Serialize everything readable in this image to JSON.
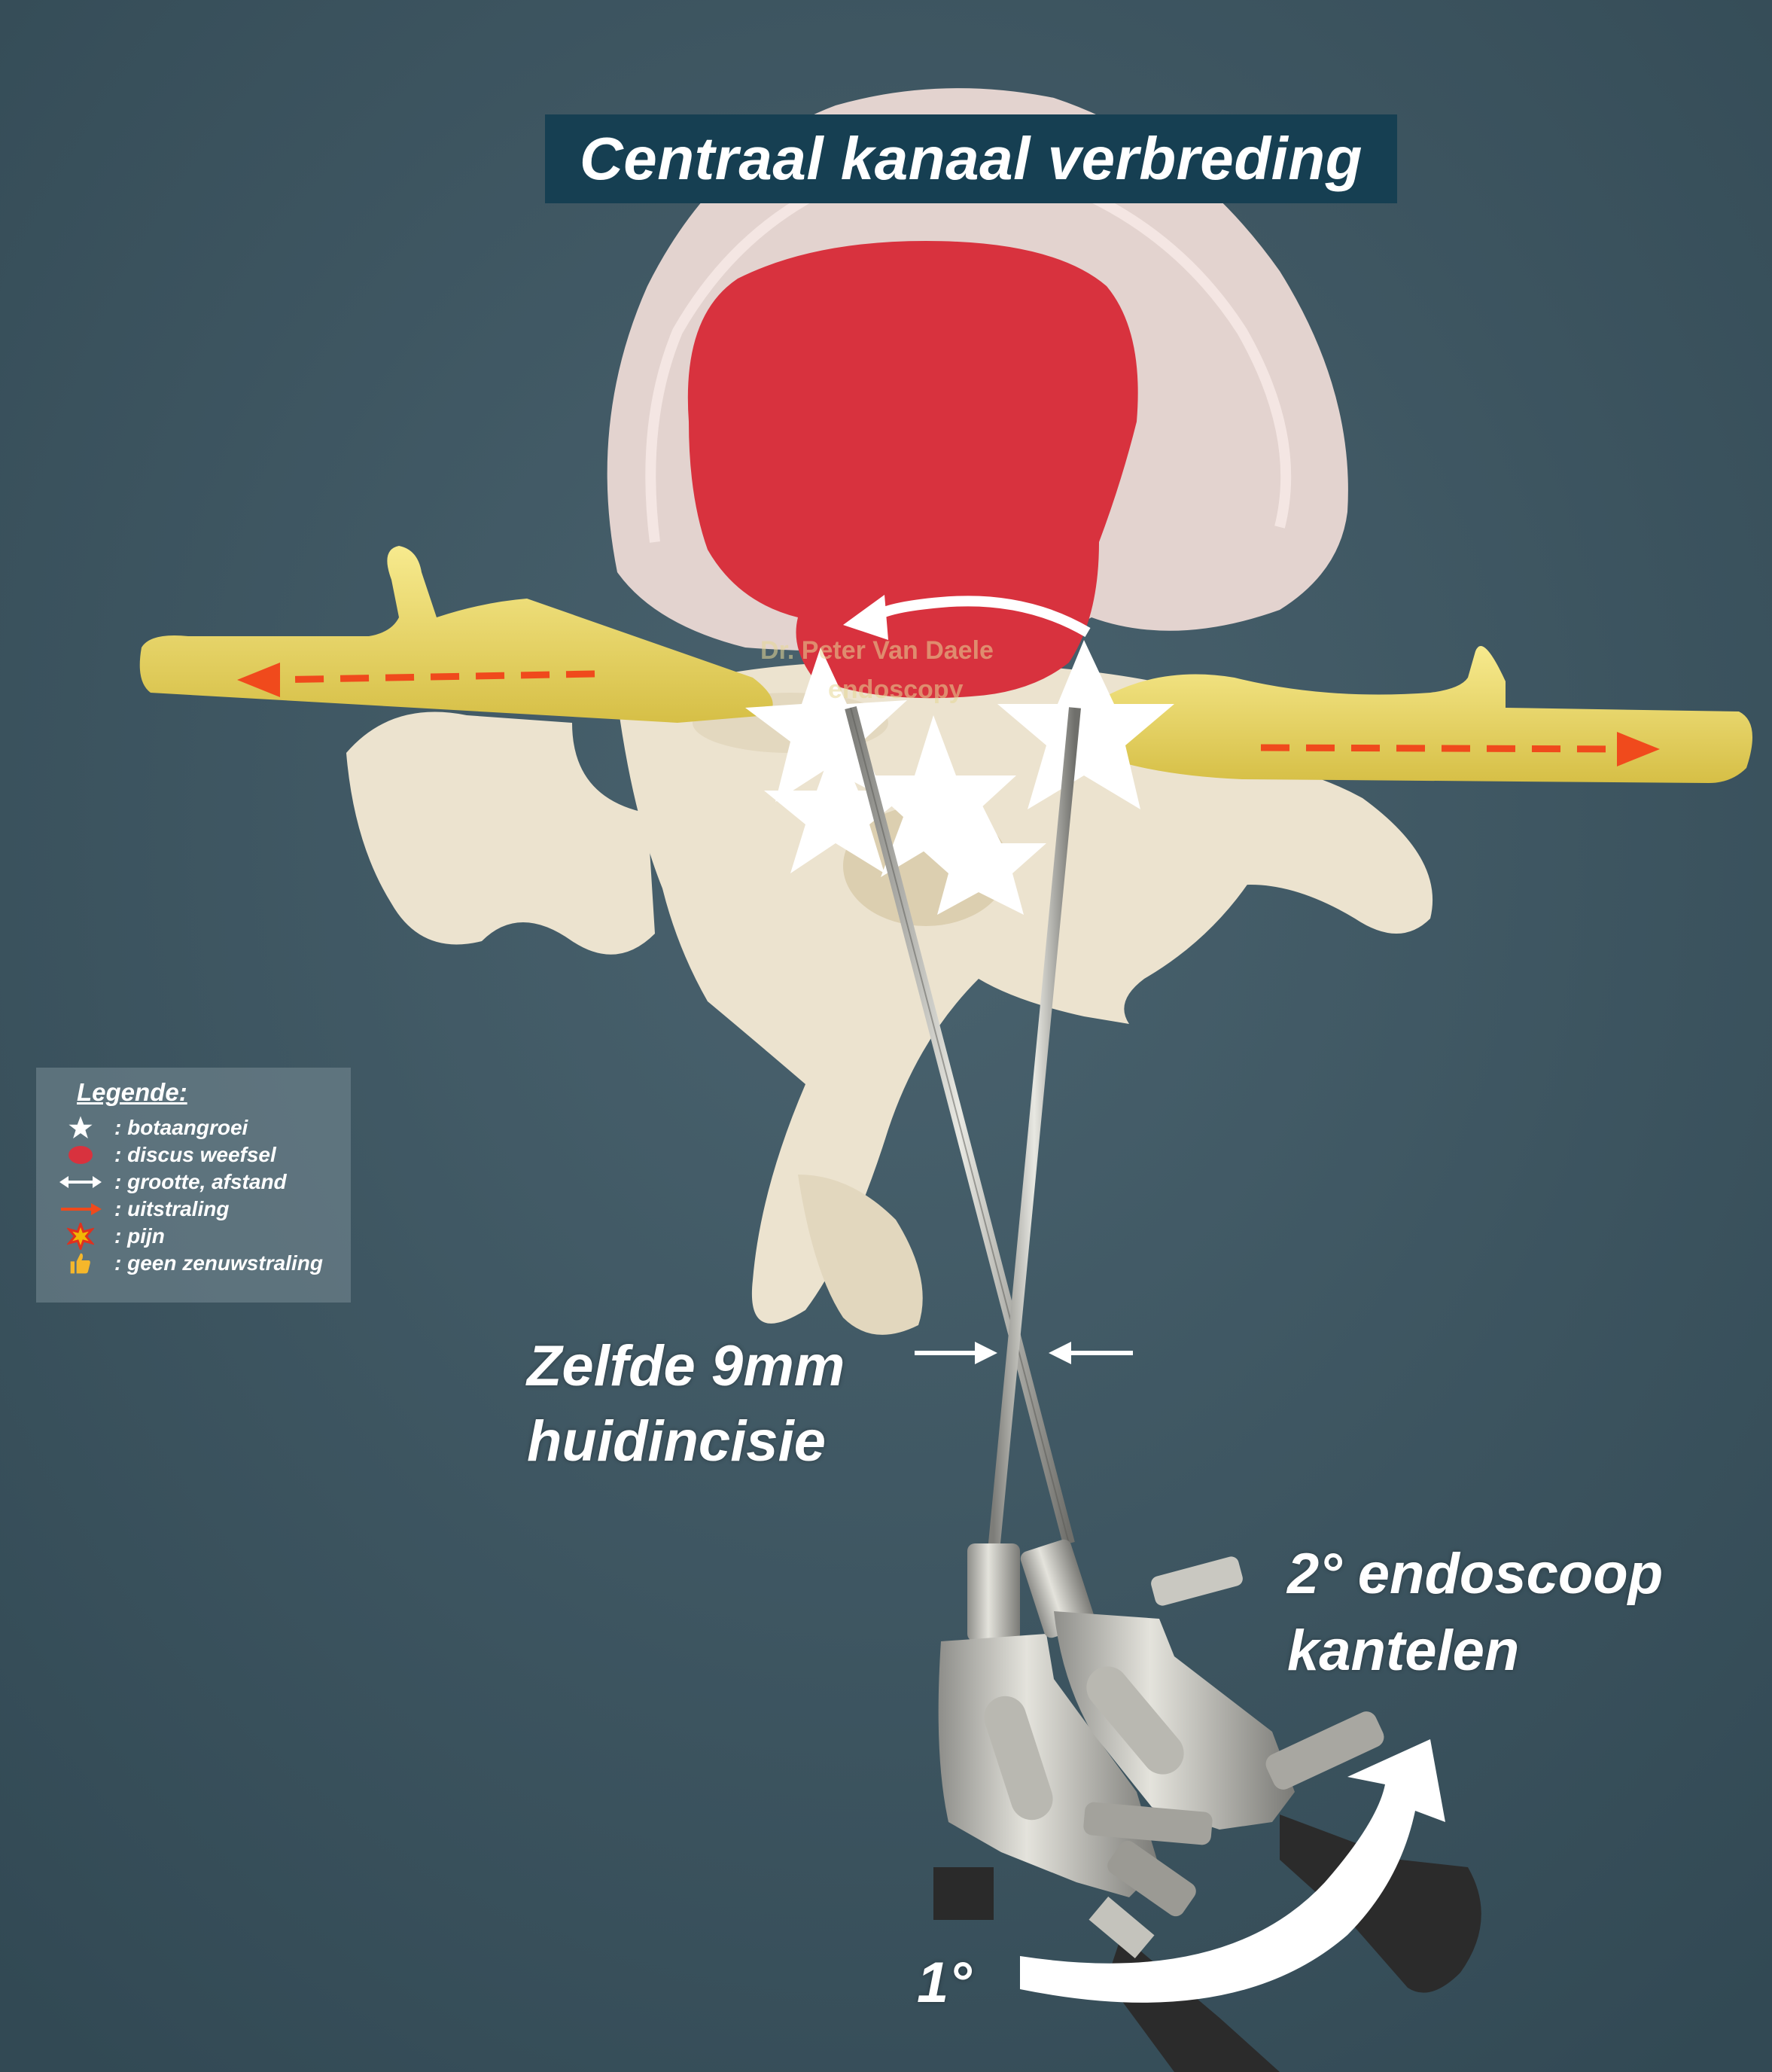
{
  "title": "Centraal kanaal verbreding",
  "watermark": {
    "line1": "Dr. Peter Van Daele",
    "line2": "endoscopy"
  },
  "legend": {
    "title": "Legende:",
    "items": [
      {
        "icon": "star-icon",
        "label": ": botaangroei"
      },
      {
        "icon": "red-oval-icon",
        "label": ": discus weefsel"
      },
      {
        "icon": "double-arrow-icon",
        "label": ": grootte, afstand"
      },
      {
        "icon": "red-arrow-icon",
        "label": ": uitstraling"
      },
      {
        "icon": "pain-star-icon",
        "label": ": pijn"
      },
      {
        "icon": "thumbs-up-icon",
        "label": ": geen zenuwstraling"
      }
    ]
  },
  "labels": {
    "incision_line1": "Zelfde 9mm",
    "incision_line2": "huidincisie",
    "tilt_line1": "2° endoscoop",
    "tilt_line2": "kantelen",
    "first_position": "1°"
  },
  "colors": {
    "background": "#3e5662",
    "title_bg": "#163f52",
    "disc_red": "#d8323e",
    "nerve_yellow": "#eedc6c",
    "radiation_arrow": "#f04a1c",
    "bone": "#ece3cf"
  }
}
